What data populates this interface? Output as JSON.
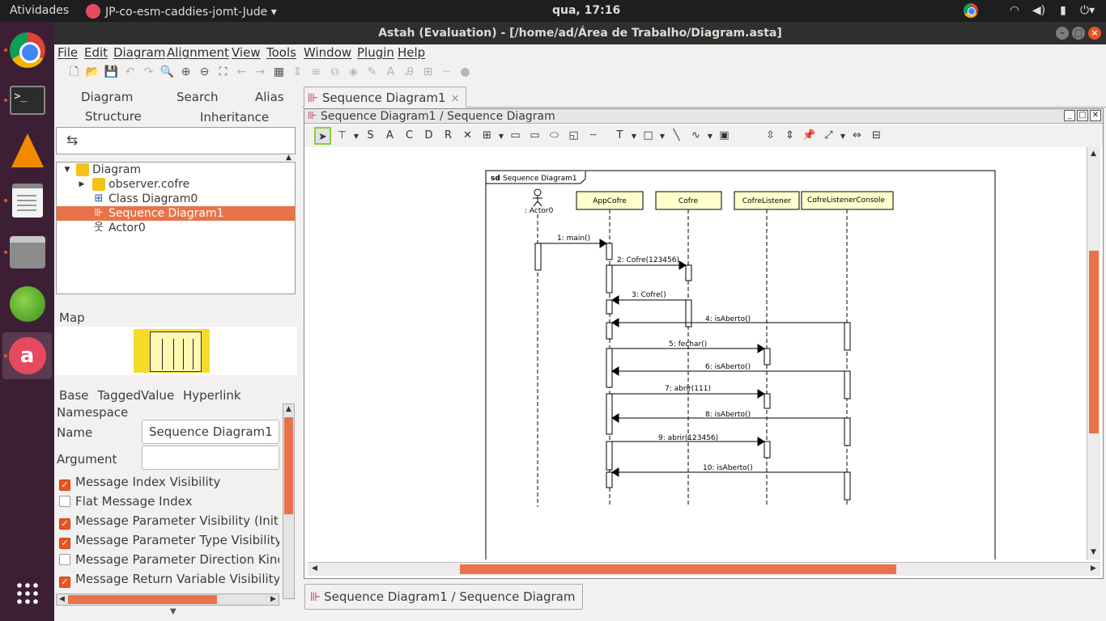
{
  "topbar": {
    "activities": "Atividades",
    "app_menu": "JP-co-esm-caddies-jomt-Jude",
    "clock": "qua, 17:16"
  },
  "window": {
    "title": "Astah (Evaluation) - [/home/ad/Área de Trabalho/Diagram.asta]"
  },
  "menu": [
    "File",
    "Edit",
    "Diagram",
    "Alignment",
    "View",
    "Tools",
    "Window",
    "Plugin",
    "Help"
  ],
  "left_panel": {
    "tabs_row1": [
      "Diagram",
      "Search",
      "Alias"
    ],
    "tabs_row2": [
      "Structure",
      "Inheritance"
    ],
    "tree": [
      {
        "label": "Diagram",
        "icon": "project-icon"
      },
      {
        "label": "observer.cofre",
        "icon": "package-icon"
      },
      {
        "label": "Class Diagram0",
        "icon": "class-diagram-icon"
      },
      {
        "label": "Sequence Diagram1",
        "icon": "sequence-diagram-icon",
        "selected": true
      },
      {
        "label": "Actor0",
        "icon": "actor-icon"
      }
    ],
    "map_label": "Map",
    "props_tabs": [
      "Base",
      "TaggedValue",
      "Hyperlink"
    ],
    "namespace_label": "Namespace",
    "name_label": "Name",
    "name_value": "Sequence Diagram1",
    "argument_label": "Argument",
    "argument_value": "",
    "options": [
      {
        "label": "Message Index Visibility",
        "checked": true
      },
      {
        "label": "Flat Message Index",
        "checked": false
      },
      {
        "label": "Message Parameter Visibility (Initial)",
        "checked": true
      },
      {
        "label": "Message Parameter Type Visibility (In",
        "checked": true
      },
      {
        "label": "Message Parameter Direction Kind V",
        "checked": false
      },
      {
        "label": "Message Return Variable Visibility (Ini",
        "checked": true
      }
    ]
  },
  "editor": {
    "doc_tab": "Sequence Diagram1",
    "inner_title": "Sequence Diagram1 / Sequence Diagram",
    "bottom_tab": "Sequence Diagram1 / Sequence Diagram"
  },
  "diagram": {
    "frame_keyword": "sd",
    "frame_name": "Sequence Diagram1",
    "actor_label": ": Actor0",
    "lifelines": [
      "AppCofre",
      "Cofre",
      "CofreListener",
      "CofreListenerConsole"
    ],
    "messages": [
      "1: main()",
      "2: Cofre(123456)",
      "3: Cofre()",
      "4: isAberto()",
      "5: fechar()",
      "6: isAberto()",
      "7: abrir(111)",
      "8: isAberto()",
      "9: abrir(123456)",
      "10: isAberto()"
    ]
  }
}
